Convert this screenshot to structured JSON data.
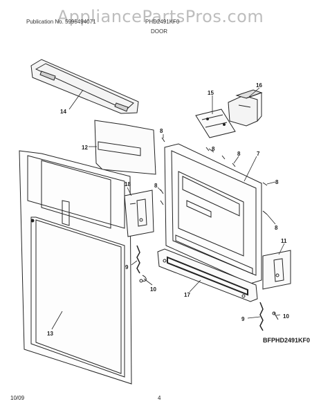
{
  "watermark": "AppliancePartsPros.com",
  "header": {
    "left": "Publication No. 5995494071",
    "model": "PHD2491KF0",
    "section": "DOOR"
  },
  "diagram_code": "BFPHD2491KF0",
  "footer": {
    "date": "10/09",
    "page": "4"
  },
  "callouts": [
    "14",
    "16",
    "15",
    "8",
    "12",
    "7",
    "8",
    "8",
    "8",
    "18",
    "8",
    "8",
    "11",
    "9",
    "10",
    "17",
    "9",
    "10",
    "13"
  ]
}
